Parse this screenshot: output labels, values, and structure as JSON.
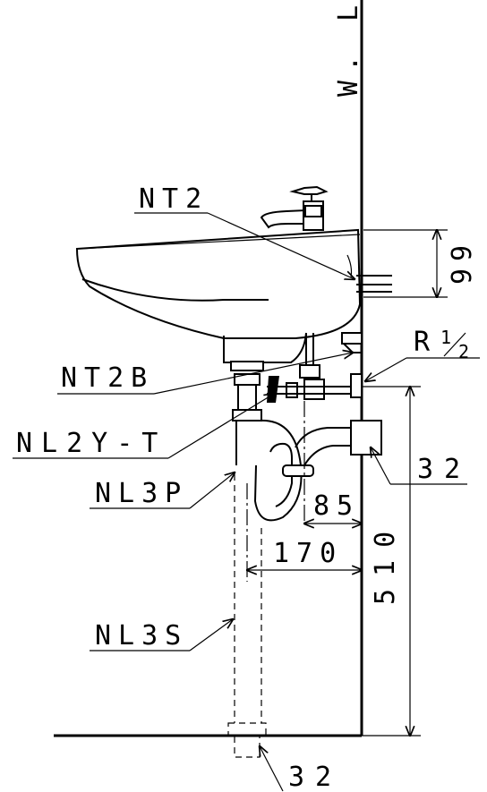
{
  "labels": {
    "wall_line": "W. L",
    "faucet_part": "NT2",
    "drain_fitting": "NT2B",
    "stop_valve": "NL2Y-T",
    "p_trap": "NL3P",
    "s_trap": "NL3S",
    "thread_size": "R",
    "thread_num": "1",
    "thread_den": "2"
  },
  "dimensions": {
    "faucet_height": "99",
    "trap_diameter": "32",
    "trap_offset": "85",
    "drain_offset": "170",
    "drain_height": "510",
    "floor_pipe_diameter": "32"
  }
}
